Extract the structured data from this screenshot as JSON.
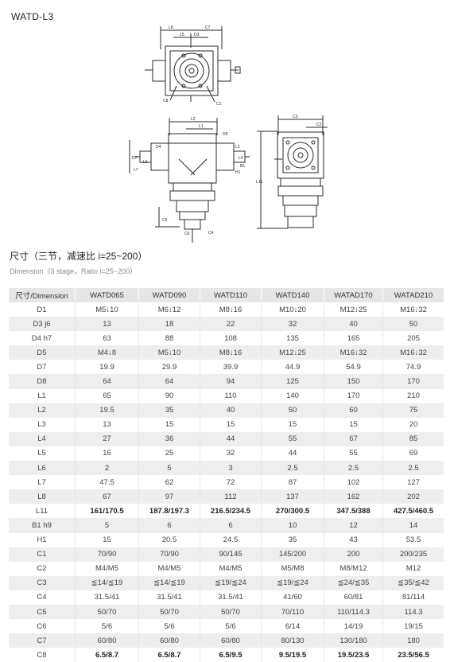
{
  "model": "WATD-L3",
  "drawing_labels": {
    "front": [
      "L8",
      "L5",
      "D3",
      "C7",
      "C8",
      "C1"
    ],
    "side": [
      "L2",
      "L1",
      "D7",
      "L7",
      "D4",
      "L3",
      "L4",
      "L6",
      "C5",
      "C6",
      "C4",
      "D5",
      "B1",
      "H1"
    ],
    "end": [
      "C3",
      "C2",
      "L11"
    ]
  },
  "heading": {
    "cn": "尺寸（三节，减速比 i=25~200）",
    "en": "Dimension（3 stage，Ratio i=25~200）"
  },
  "table": {
    "headers": [
      "尺寸/Dimension",
      "WATD065",
      "WATD090",
      "WATD110",
      "WATD140",
      "WATAD170",
      "WATAD210"
    ],
    "rows": [
      [
        "D1",
        "M5↓10",
        "M6↓12",
        "M8↓16",
        "M10↓20",
        "M12↓25",
        "M16↓32"
      ],
      [
        "D3 j6",
        "13",
        "18",
        "22",
        "32",
        "40",
        "50"
      ],
      [
        "D4 h7",
        "63",
        "88",
        "108",
        "135",
        "165",
        "205"
      ],
      [
        "D5",
        "M4↓8",
        "M5↓10",
        "M8↓16",
        "M12↓25",
        "M16↓32",
        "M16↓32"
      ],
      [
        "D7",
        "19.9",
        "29.9",
        "39.9",
        "44.9",
        "54.9",
        "74.9"
      ],
      [
        "D8",
        "64",
        "64",
        "94",
        "125",
        "150",
        "170"
      ],
      [
        "L1",
        "65",
        "90",
        "110",
        "140",
        "170",
        "210"
      ],
      [
        "L2",
        "19.5",
        "35",
        "40",
        "50",
        "60",
        "75"
      ],
      [
        "L3",
        "13",
        "15",
        "15",
        "15",
        "15",
        "20"
      ],
      [
        "L4",
        "27",
        "36",
        "44",
        "55",
        "67",
        "85"
      ],
      [
        "L5",
        "16",
        "25",
        "32",
        "44",
        "55",
        "69"
      ],
      [
        "L6",
        "2",
        "5",
        "3",
        "2.5",
        "2.5",
        "2.5"
      ],
      [
        "L7",
        "47.5",
        "62",
        "72",
        "87",
        "102",
        "127"
      ],
      [
        "L8",
        "67",
        "97",
        "112",
        "137",
        "162",
        "202"
      ],
      [
        "L11",
        "161/170.5",
        "187.8/197.3",
        "216.5/234.5",
        "270/300.5",
        "347.5/388",
        "427.5/460.5"
      ],
      [
        "B1 h9",
        "5",
        "6",
        "6",
        "10",
        "12",
        "14"
      ],
      [
        "H1",
        "15",
        "20.5",
        "24.5",
        "35",
        "43",
        "53.5"
      ],
      [
        "C1",
        "70/90",
        "70/90",
        "90/145",
        "145/200",
        "200",
        "200/235"
      ],
      [
        "C2",
        "M4/M5",
        "M4/M5",
        "M4/M5",
        "M5/M8",
        "M8/M12",
        "M12"
      ],
      [
        "C3",
        "≦14/≦19",
        "≦14/≦19",
        "≦19/≦24",
        "≦19/≦24",
        "≦24/≦35",
        "≦35/≦42"
      ],
      [
        "C4",
        "31.5/41",
        "31.5/41",
        "31.5/41",
        "41/60",
        "60/81",
        "81/114"
      ],
      [
        "C5",
        "50/70",
        "50/70",
        "50/70",
        "70/110",
        "110/114.3",
        "114.3"
      ],
      [
        "C6",
        "5/6",
        "5/6",
        "5/6",
        "6/14",
        "14/19",
        "19/15"
      ],
      [
        "C7",
        "60/80",
        "60/80",
        "60/80",
        "80/130",
        "130/180",
        "180"
      ],
      [
        "C8",
        "6.5/8.7",
        "6.5/8.7",
        "6.5/9.5",
        "9.5/19.5",
        "19.5/23.5",
        "23.5/56.5"
      ]
    ],
    "highlight_rows": [
      "L11",
      "C8"
    ]
  }
}
